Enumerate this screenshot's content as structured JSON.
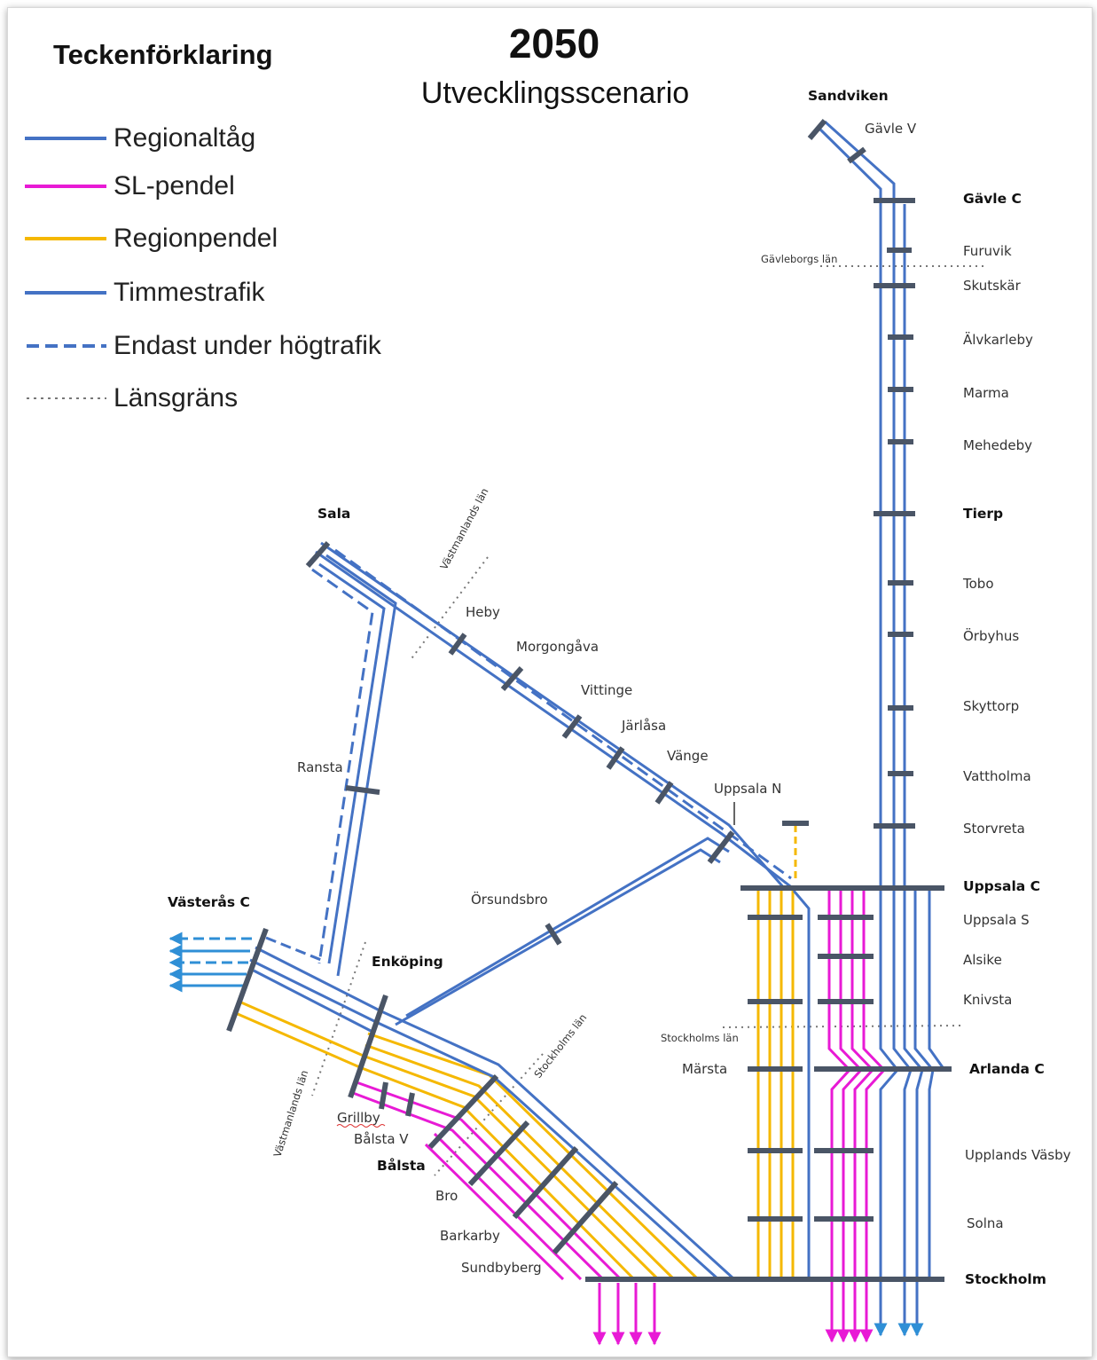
{
  "title": "2050",
  "subtitle": "Utvecklingsscenario",
  "legend": {
    "heading": "Teckenförklaring",
    "items": [
      {
        "label": "Regionaltåg",
        "color": "#4472c4",
        "style": "solid"
      },
      {
        "label": "SL-pendel",
        "color": "#e81ad5",
        "style": "solid"
      },
      {
        "label": "Regionpendel",
        "color": "#f5b800",
        "style": "solid"
      },
      {
        "label": "Timmestrafik",
        "color": "#4472c4",
        "style": "solid"
      },
      {
        "label": "Endast under högtrafik",
        "color": "#4472c4",
        "style": "dashed"
      },
      {
        "label": "Länsgräns",
        "color": "#777777",
        "style": "dotted"
      }
    ]
  },
  "stations": {
    "sandviken": "Sandviken",
    "gavle_v": "Gävle V",
    "gavle_c": "Gävle C",
    "furuvik": "Furuvik",
    "skutskar": "Skutskär",
    "alvkarleby": "Älvkarleby",
    "marma": "Marma",
    "mehedeby": "Mehedeby",
    "tierp": "Tierp",
    "tobo": "Tobo",
    "orbyhus": "Örbyhus",
    "skyttorp": "Skyttorp",
    "vattholma": "Vattholma",
    "storvreta": "Storvreta",
    "uppsala_c": "Uppsala C",
    "uppsala_s": "Uppsala S",
    "alsike": "Alsike",
    "knivsta": "Knivsta",
    "arlanda_c": "Arlanda C",
    "marsta": "Märsta",
    "upplands_vasby": "Upplands Väsby",
    "solna": "Solna",
    "stockholm": "Stockholm",
    "sala": "Sala",
    "heby": "Heby",
    "morgongava": "Morgongåva",
    "vittinge": "Vittinge",
    "jarlasa": "Järlåsa",
    "vange": "Vänge",
    "uppsala_n": "Uppsala N",
    "ransta": "Ransta",
    "orsundsbro": "Örsundsbro",
    "vasteras_c": "Västerås C",
    "enkoping": "Enköping",
    "grillby": "Grillby",
    "balsta_v": "Bålsta V",
    "balsta": "Bålsta",
    "bro": "Bro",
    "barkarby": "Barkarby",
    "sundbyberg": "Sundbyberg"
  },
  "county_borders": {
    "gavleborg": "Gävleborgs län",
    "vastmanland_north": "Västmanlands län",
    "vastmanland_south": "Västmanlands län",
    "stockholm_east": "Stockholms län",
    "stockholm_west": "Stockholms län"
  },
  "colors": {
    "regional": "#4472c4",
    "sl_pendel": "#e81ad5",
    "regionpendel": "#f5b800",
    "platform": "#4a5566",
    "border": "#777777"
  }
}
